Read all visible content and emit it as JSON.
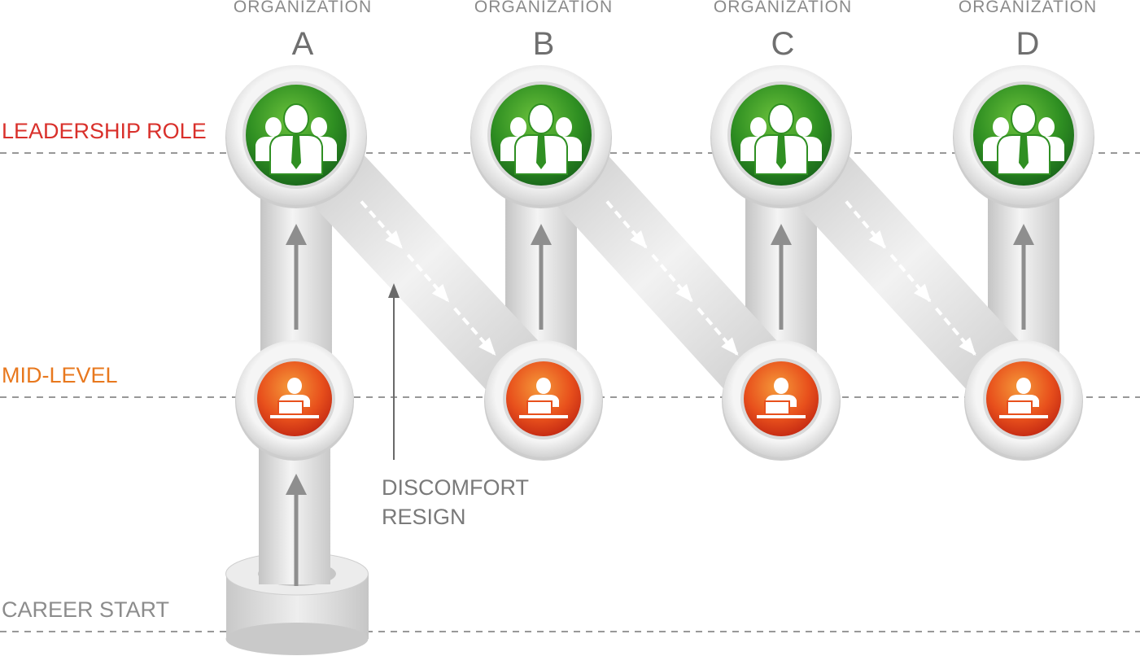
{
  "levels": [
    {
      "label": "LEADERSHIP ROLE",
      "color": "#d9302b"
    },
    {
      "label": "MID-LEVEL",
      "color": "#e8781e"
    },
    {
      "label": "CAREER START",
      "color": "#8c8c8c"
    }
  ],
  "organizations": [
    {
      "caption": "ORGANIZATION",
      "letter": "A"
    },
    {
      "caption": "ORGANIZATION",
      "letter": "B"
    },
    {
      "caption": "ORGANIZATION",
      "letter": "C"
    },
    {
      "caption": "ORGANIZATION",
      "letter": "D"
    }
  ],
  "annotation": {
    "line1": "DISCOMFORT",
    "line2": "RESIGN"
  },
  "icons": {
    "leadership": "team-leader-icon",
    "midlevel": "desk-worker-icon",
    "arrow": "arrow-icon"
  },
  "colors": {
    "leadership_node": "#3a9a2a",
    "midlevel_node": "#e84b1c",
    "pipe": "#dcdcdc",
    "dashed_line": "#777777"
  }
}
